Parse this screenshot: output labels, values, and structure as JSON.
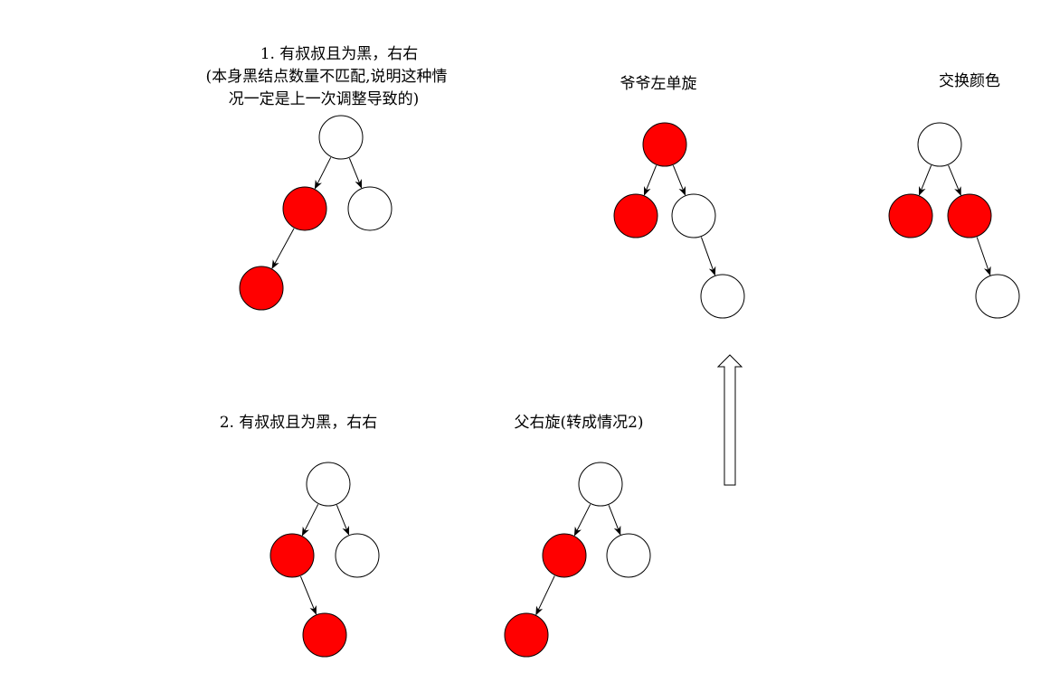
{
  "colors": {
    "red_node": "#ff0000",
    "black_node": "#ffffff",
    "stroke": "#000000",
    "background": "#ffffff"
  },
  "labels": {
    "case1_line1": "1. 有叔叔且为黑，右右",
    "case1_line2": "(本身黑结点数量不匹配,说明这种情",
    "case1_line3": "况一定是上一次调整导致的)",
    "rotate_left": "爷爷左单旋",
    "swap_colors": "交换颜色",
    "case2_title": "2. 有叔叔且为黑，右右",
    "parent_rotate": "父右旋(转成情况2)"
  },
  "trees": [
    {
      "id": "case1-initial",
      "nodes": [
        {
          "id": "g",
          "color": "white"
        },
        {
          "id": "p",
          "color": "red"
        },
        {
          "id": "u",
          "color": "white"
        },
        {
          "id": "c",
          "color": "red"
        }
      ],
      "edges": [
        [
          "g",
          "p"
        ],
        [
          "g",
          "u"
        ],
        [
          "p",
          "c"
        ]
      ]
    },
    {
      "id": "after-rotate-left",
      "nodes": [
        {
          "id": "g",
          "color": "red"
        },
        {
          "id": "l",
          "color": "red"
        },
        {
          "id": "r",
          "color": "white"
        },
        {
          "id": "rr",
          "color": "white"
        }
      ],
      "edges": [
        [
          "g",
          "l"
        ],
        [
          "g",
          "r"
        ],
        [
          "r",
          "rr"
        ]
      ]
    },
    {
      "id": "after-swap-colors",
      "nodes": [
        {
          "id": "g",
          "color": "white"
        },
        {
          "id": "l",
          "color": "red"
        },
        {
          "id": "r",
          "color": "red"
        },
        {
          "id": "rr",
          "color": "white"
        }
      ],
      "edges": [
        [
          "g",
          "l"
        ],
        [
          "g",
          "r"
        ],
        [
          "r",
          "rr"
        ]
      ]
    },
    {
      "id": "case2-initial",
      "nodes": [
        {
          "id": "g",
          "color": "white"
        },
        {
          "id": "p",
          "color": "red"
        },
        {
          "id": "u",
          "color": "white"
        },
        {
          "id": "c",
          "color": "red"
        }
      ],
      "edges": [
        [
          "g",
          "p"
        ],
        [
          "g",
          "u"
        ],
        [
          "p",
          "c"
        ]
      ]
    },
    {
      "id": "after-parent-rotate",
      "nodes": [
        {
          "id": "g",
          "color": "white"
        },
        {
          "id": "p",
          "color": "red"
        },
        {
          "id": "u",
          "color": "white"
        },
        {
          "id": "c",
          "color": "red"
        }
      ],
      "edges": [
        [
          "g",
          "p"
        ],
        [
          "g",
          "u"
        ],
        [
          "p",
          "c"
        ]
      ]
    }
  ],
  "flow_arrow": {
    "direction": "up"
  }
}
